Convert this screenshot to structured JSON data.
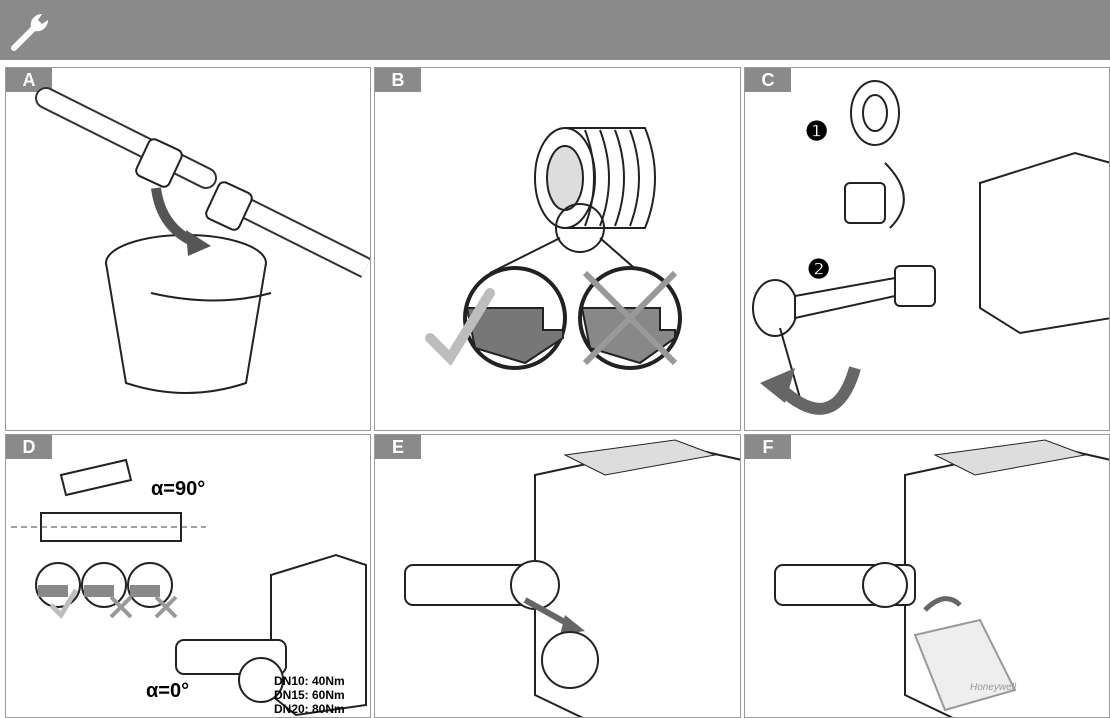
{
  "header": {
    "icon": "wrench-icon"
  },
  "panels": [
    {
      "label": "A"
    },
    {
      "label": "B"
    },
    {
      "label": "C",
      "steps": [
        "❶",
        "❷"
      ]
    },
    {
      "label": "D",
      "angle_cut": "α=90°",
      "angle_mount": "α=0°",
      "torques": [
        "DN10: 40Nm",
        "DN15: 60Nm",
        "DN20: 80Nm"
      ]
    },
    {
      "label": "E"
    },
    {
      "label": "F",
      "brand": "Honeywell"
    }
  ],
  "colors": {
    "header": "#8a8a8a",
    "panel_border": "#9a9a9a",
    "accent_grey": "#bdbdbd"
  }
}
